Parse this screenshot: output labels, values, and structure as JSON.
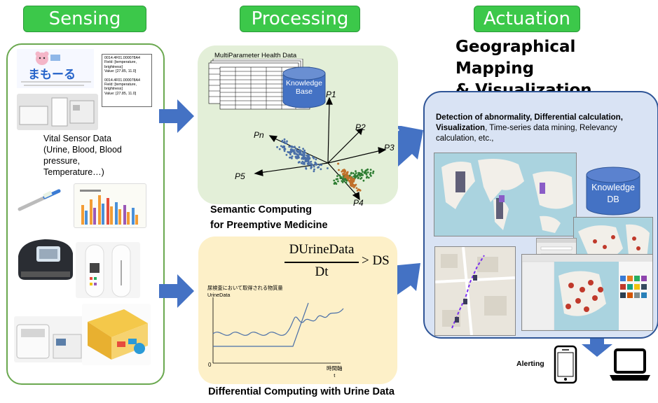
{
  "headers": {
    "sensing": "Sensing",
    "processing": "Processing",
    "actuation": "Actuation"
  },
  "sensing": {
    "app_logo_text": "まもーる",
    "sensor_record_1": {
      "id": "0014.4F01.000078A4",
      "field": "Field: [temperature, brightness]",
      "value": "Value: [27.85, 11.0]"
    },
    "sensor_record_2": {
      "id": "0014.4F01.000078A4",
      "field": "Field: [temperature, brightness]",
      "value": "Value: [27.85, 11.0]"
    },
    "vital_line1": "Vital Sensor Data",
    "vital_line2": "(Urine, Blood, Blood",
    "vital_line3": "pressure,",
    "vital_line4": "Temperature…)"
  },
  "processing": {
    "table_title": "MultiParameter Health Data",
    "knowledge_base_line1": "Knowledge",
    "knowledge_base_line2": "Base",
    "axes": [
      "P1",
      "P2",
      "P3",
      "P4",
      "P5",
      "Pn"
    ],
    "caption_line1": "Semantic Computing",
    "caption_line2": "for Preemptive Medicine"
  },
  "differential": {
    "formula_numerator": "DUrineData",
    "formula_denominator": "Dt",
    "formula_rhs": "> DS",
    "y_axis_label_line1": "尿検査において取得される物質量",
    "y_axis_label_line2": "UrineData",
    "x_axis_label_line1": "時間軸",
    "x_axis_label_line2": "t",
    "origin_label": "0",
    "caption": "Differential Computing with Urine Data"
  },
  "actuation": {
    "title_line1": "Geographical Mapping",
    "title_line2": "& Visualization",
    "description_bold": "Detection of abnormality, Differential calculation, Visualization",
    "description_rest": ", Time-series data mining, Relevancy calculation, etc.,",
    "knowledge_db_line1": "Knowledge",
    "knowledge_db_line2": "DB",
    "alerting": "Alerting"
  },
  "colors": {
    "header_green": "#3cc84a",
    "arrow_blue": "#4472c4",
    "db_blue": "#4472c4",
    "processing_bg": "#e3efd8",
    "differential_bg": "#fdf0c8",
    "actuation_bg": "#d9e3f4"
  }
}
